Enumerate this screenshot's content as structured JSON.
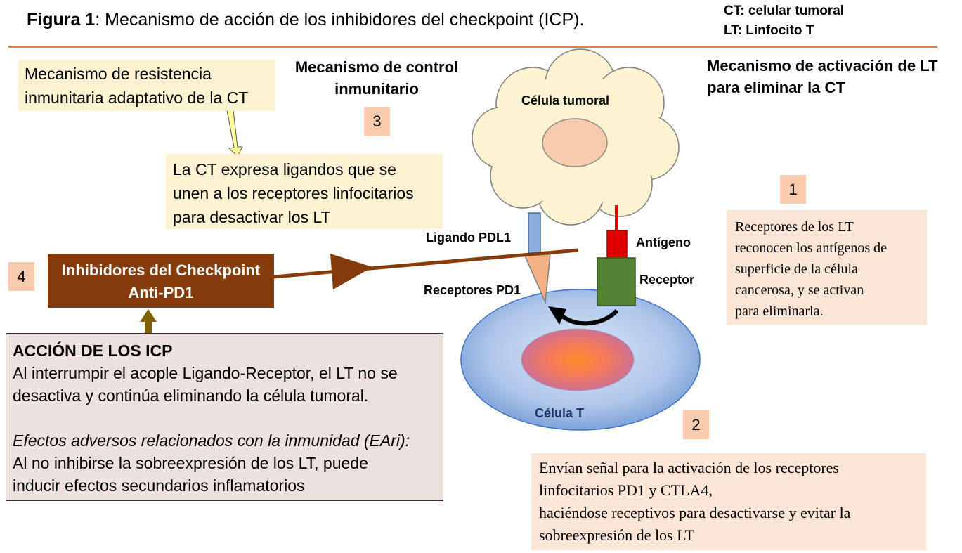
{
  "header": {
    "figure_label": "Figura 1",
    "figure_caption": ": Mecanismo de acción de los inhibidores del checkpoint (ICP).",
    "legend": [
      "CT: celular tumoral",
      "LT: Linfocito T"
    ]
  },
  "sections": {
    "control_heading": [
      "Mecanismo de control",
      "inmunitario"
    ],
    "activation_heading": [
      "Mecanismo de activación de LT",
      "para eliminar la CT"
    ]
  },
  "boxes": {
    "resistance": [
      "Mecanismo de resistencia",
      "inmunitaria adaptativo de la CT"
    ],
    "ligands": [
      "La CT expresa ligandos que se",
      "unen a los receptores linfocitarios",
      "para desactivar los LT"
    ],
    "receptors_recognize": [
      "Receptores de los LT",
      "reconocen los antígenos de",
      "superficie de la célula",
      "cancerosa, y se activan",
      "para eliminarla."
    ],
    "signal": [
      "Envían señal para la activación de los receptores",
      "linfocitarios PD1 y CTLA4,",
      "haciéndose receptivos para desactivarse y evitar la",
      "sobreexpresión de los LT"
    ],
    "inhibitors": [
      "Inhibidores del Checkpoint",
      "Anti-PD1"
    ],
    "icp_action": {
      "title": "ACCIÓN DE LOS ICP",
      "body": [
        "Al interrumpir el acople Ligando-Receptor, el LT no se",
        "desactiva y continúa eliminando la célula tumoral."
      ],
      "subtitle": "Efectos adversos relacionados con la inmunidad (EAri):",
      "body2": [
        "Al no inhibirse la sobreexpresión de los LT, puede",
        "inducir efectos secundarios inflamatorios"
      ]
    }
  },
  "numbers": {
    "n1": "1",
    "n2": "2",
    "n3": "3",
    "n4": "4"
  },
  "diagram_labels": {
    "tumor_cell": "Célula tumoral",
    "t_cell": "Célula T",
    "ligand": "Ligando PDL1",
    "pd1": "Receptores PD1",
    "antigen": "Antígeno",
    "receptor": "Receptor"
  },
  "colors": {
    "accent_rule": "#e2823f",
    "inhibitor_brown": "#843c0c",
    "receptor_green": "#548235",
    "antigen_red": "#e00000",
    "number_box": "#f9cbae"
  }
}
